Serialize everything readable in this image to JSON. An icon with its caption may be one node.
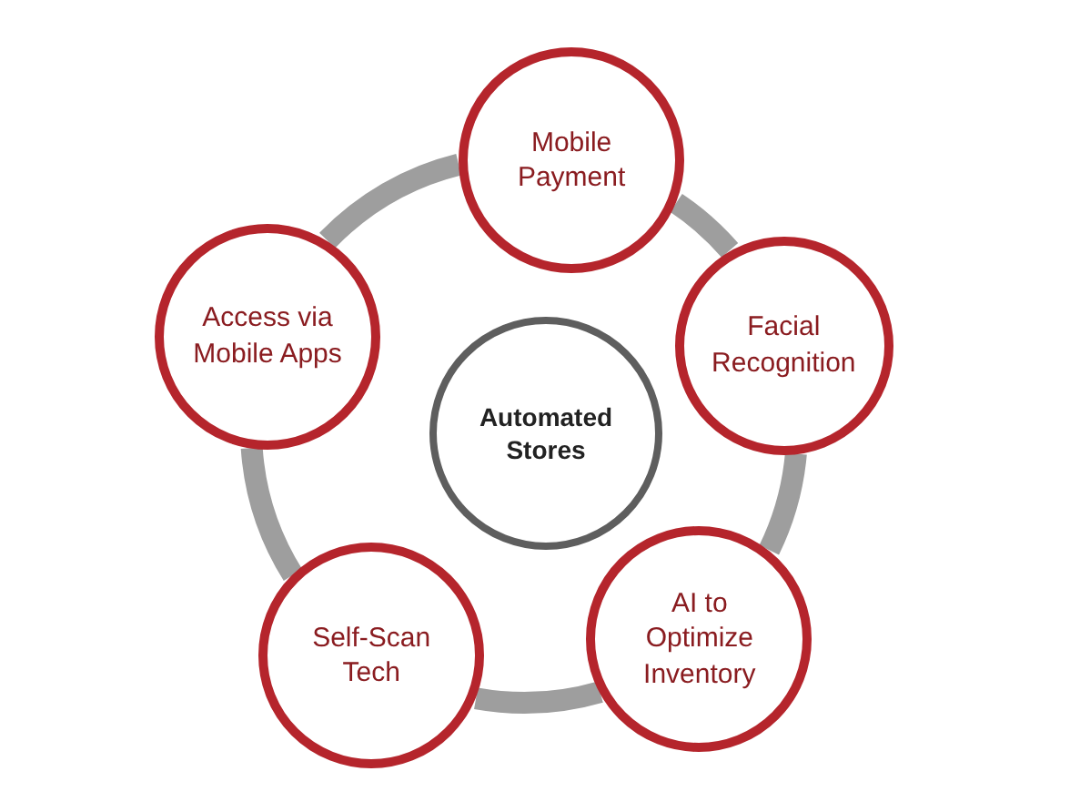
{
  "diagram": {
    "nodes": [
      {
        "text": [
          "Automated Stores"
        ]
      },
      {
        "text": [
          "Mobile Payment"
        ]
      },
      {
        "text": [
          "Facial Recognition"
        ]
      },
      {
        "text": [
          "AI to Optimize Inventory"
        ]
      },
      {
        "text": [
          "Self-Scan Tech"
        ]
      },
      {
        "text": [
          "Access via Mobile Apps"
        ]
      }
    ],
    "edges": [
      {
        "from": 1,
        "to": 2,
        "arrow": "none"
      },
      {
        "from": 2,
        "to": 3,
        "arrow": "none"
      },
      {
        "from": 3,
        "to": 4,
        "arrow": "none"
      },
      {
        "from": 4,
        "to": 5,
        "arrow": "none"
      },
      {
        "from": 5,
        "to": 1,
        "arrow": "none"
      }
    ]
  }
}
